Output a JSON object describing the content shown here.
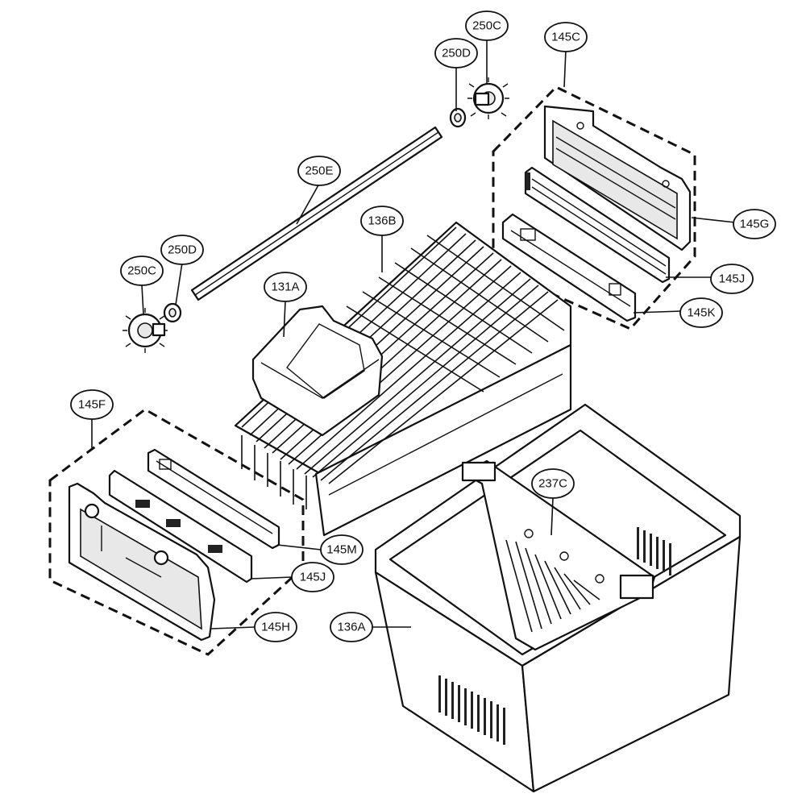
{
  "callouts": [
    {
      "id": "250C_top",
      "label": "250C"
    },
    {
      "id": "250D_top",
      "label": "250D"
    },
    {
      "id": "145C",
      "label": "145C"
    },
    {
      "id": "250E",
      "label": "250E"
    },
    {
      "id": "136B",
      "label": "136B"
    },
    {
      "id": "145G",
      "label": "145G"
    },
    {
      "id": "250D_left",
      "label": "250D"
    },
    {
      "id": "250C_left",
      "label": "250C"
    },
    {
      "id": "131A",
      "label": "131A"
    },
    {
      "id": "145J_right",
      "label": "145J"
    },
    {
      "id": "145K",
      "label": "145K"
    },
    {
      "id": "145F",
      "label": "145F"
    },
    {
      "id": "237C",
      "label": "237C"
    },
    {
      "id": "145M",
      "label": "145M"
    },
    {
      "id": "145J_left",
      "label": "145J"
    },
    {
      "id": "136A",
      "label": "136A"
    },
    {
      "id": "145H",
      "label": "145H"
    }
  ]
}
